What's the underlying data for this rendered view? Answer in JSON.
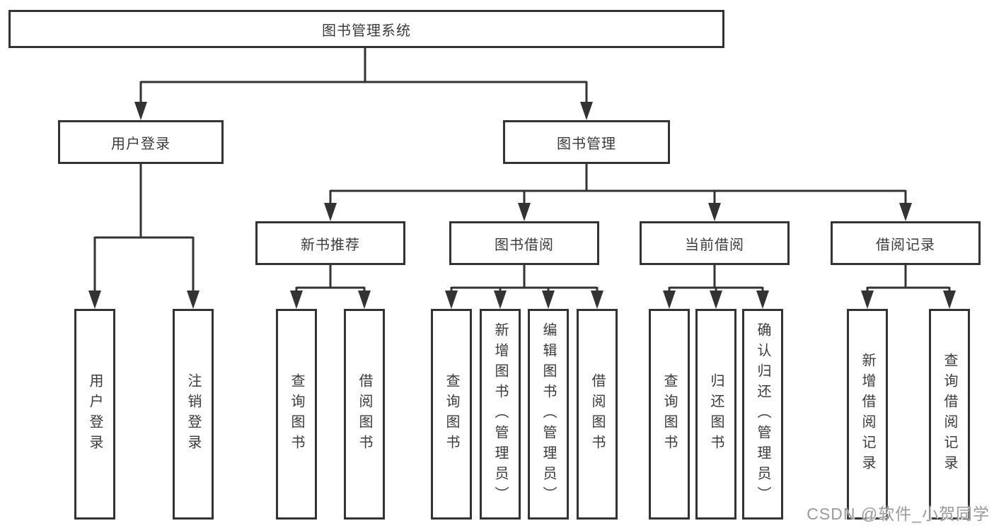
{
  "diagram": {
    "type": "hierarchy-tree",
    "line_color": "#333333",
    "text_color": "#3b3b3b",
    "box_fill": "#ffffff",
    "tree": {
      "label": "图书管理系统",
      "children": [
        {
          "label": "用户登录",
          "children": [
            {
              "label": "用户登录"
            },
            {
              "label": "注销登录"
            }
          ]
        },
        {
          "label": "图书管理",
          "children": [
            {
              "label": "新书推荐",
              "children": [
                {
                  "label": "查询图书"
                },
                {
                  "label": "借阅图书"
                }
              ]
            },
            {
              "label": "图书借阅",
              "children": [
                {
                  "label": "查询图书"
                },
                {
                  "label": "新增图书（管理员）"
                },
                {
                  "label": "编辑图书（管理员）"
                },
                {
                  "label": "借阅图书"
                }
              ]
            },
            {
              "label": "当前借阅",
              "children": [
                {
                  "label": "查询图书"
                },
                {
                  "label": "归还图书"
                },
                {
                  "label": "确认归还（管理员）"
                }
              ]
            },
            {
              "label": "借阅记录",
              "children": [
                {
                  "label": "新增借阅记录"
                },
                {
                  "label": "查询借阅记录"
                }
              ]
            }
          ]
        }
      ]
    }
  },
  "watermark": {
    "text": "CSDN @软件_小贺同学",
    "color": "#9a9a9a"
  }
}
